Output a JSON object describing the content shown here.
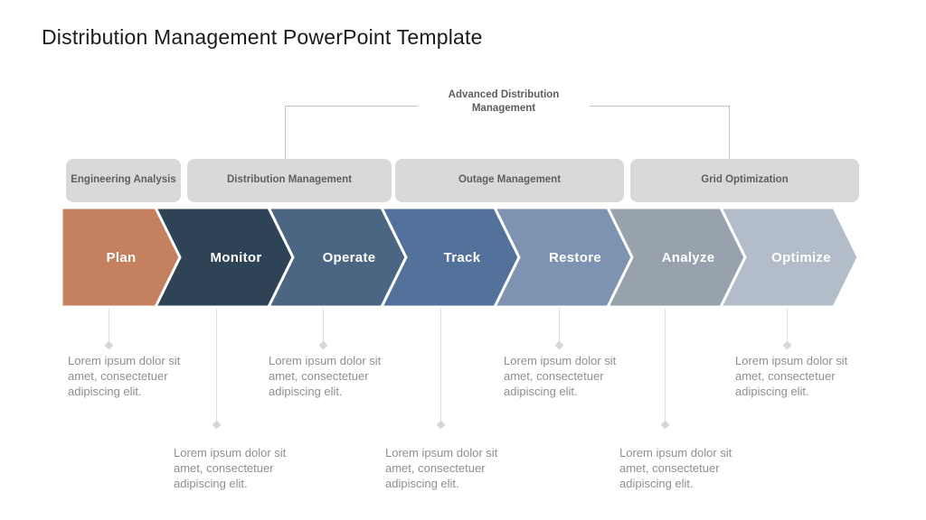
{
  "slide": {
    "title": "Distribution Management PowerPoint Template"
  },
  "bracket": {
    "label": "Advanced Distribution Management"
  },
  "tabs": [
    {
      "label": "Engineering Analysis"
    },
    {
      "label": "Distribution Management"
    },
    {
      "label": "Outage Management"
    },
    {
      "label": "Grid Optimization"
    }
  ],
  "steps": [
    {
      "label": "Plan",
      "color": "#C5815F",
      "row": "top",
      "desc": "Lorem ipsum dolor sit amet, consectetuer adipiscing elit."
    },
    {
      "label": "Monitor",
      "color": "#2E4456",
      "row": "bottom",
      "desc": "Lorem ipsum dolor sit amet, consectetuer adipiscing elit."
    },
    {
      "label": "Operate",
      "color": "#4A6682",
      "row": "top",
      "desc": "Lorem ipsum dolor sit amet, consectetuer adipiscing elit."
    },
    {
      "label": "Track",
      "color": "#52719B",
      "row": "bottom",
      "desc": "Lorem ipsum dolor sit amet, consectetuer adipiscing elit."
    },
    {
      "label": "Restore",
      "color": "#7E93B1",
      "row": "top",
      "desc": "Lorem ipsum dolor sit amet, consectetuer adipiscing elit."
    },
    {
      "label": "Analyze",
      "color": "#97A2AC",
      "row": "bottom",
      "desc": "Lorem ipsum dolor sit amet, consectetuer adipiscing elit."
    },
    {
      "label": "Optimize",
      "color": "#B3BDC9",
      "row": "top",
      "desc": "Lorem ipsum dolor sit amet, consectetuer adipiscing elit."
    }
  ],
  "colors": {
    "tab_bg": "#D9D9D9",
    "connector_line": "#C2C2C2",
    "drop_line": "#DEDEDE",
    "desc_text": "#8F8F8F"
  }
}
